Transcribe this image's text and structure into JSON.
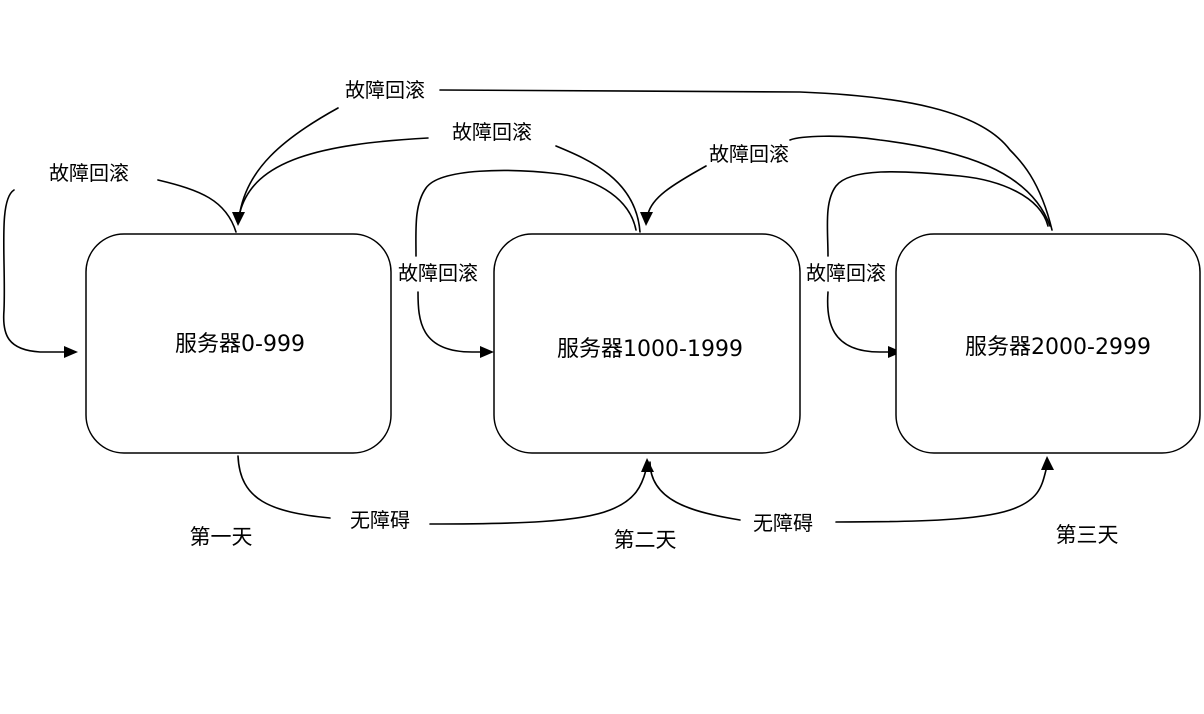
{
  "nodes": [
    {
      "id": "n1",
      "label": "服务器0-999"
    },
    {
      "id": "n2",
      "label": "服务器1000-1999"
    },
    {
      "id": "n3",
      "label": "服务器2000-2999"
    }
  ],
  "days": [
    "第一天",
    "第二天",
    "第三天"
  ],
  "edge_labels": {
    "rollback": "故障回滚",
    "no_fault": "无障碍"
  },
  "edges": [
    {
      "from": "n1",
      "to": "n1",
      "label": "故障回滚"
    },
    {
      "from": "n2",
      "to": "n1",
      "label": "故障回滚"
    },
    {
      "from": "n3",
      "to": "n1",
      "label": "故障回滚"
    },
    {
      "from": "n2",
      "to": "n2",
      "label": "故障回滚"
    },
    {
      "from": "n3",
      "to": "n2",
      "label": "故障回滚"
    },
    {
      "from": "n3",
      "to": "n3",
      "label": "故障回滚"
    },
    {
      "from": "n1",
      "to": "n2",
      "label": "无障碍"
    },
    {
      "from": "n2",
      "to": "n3",
      "label": "无障碍"
    }
  ]
}
